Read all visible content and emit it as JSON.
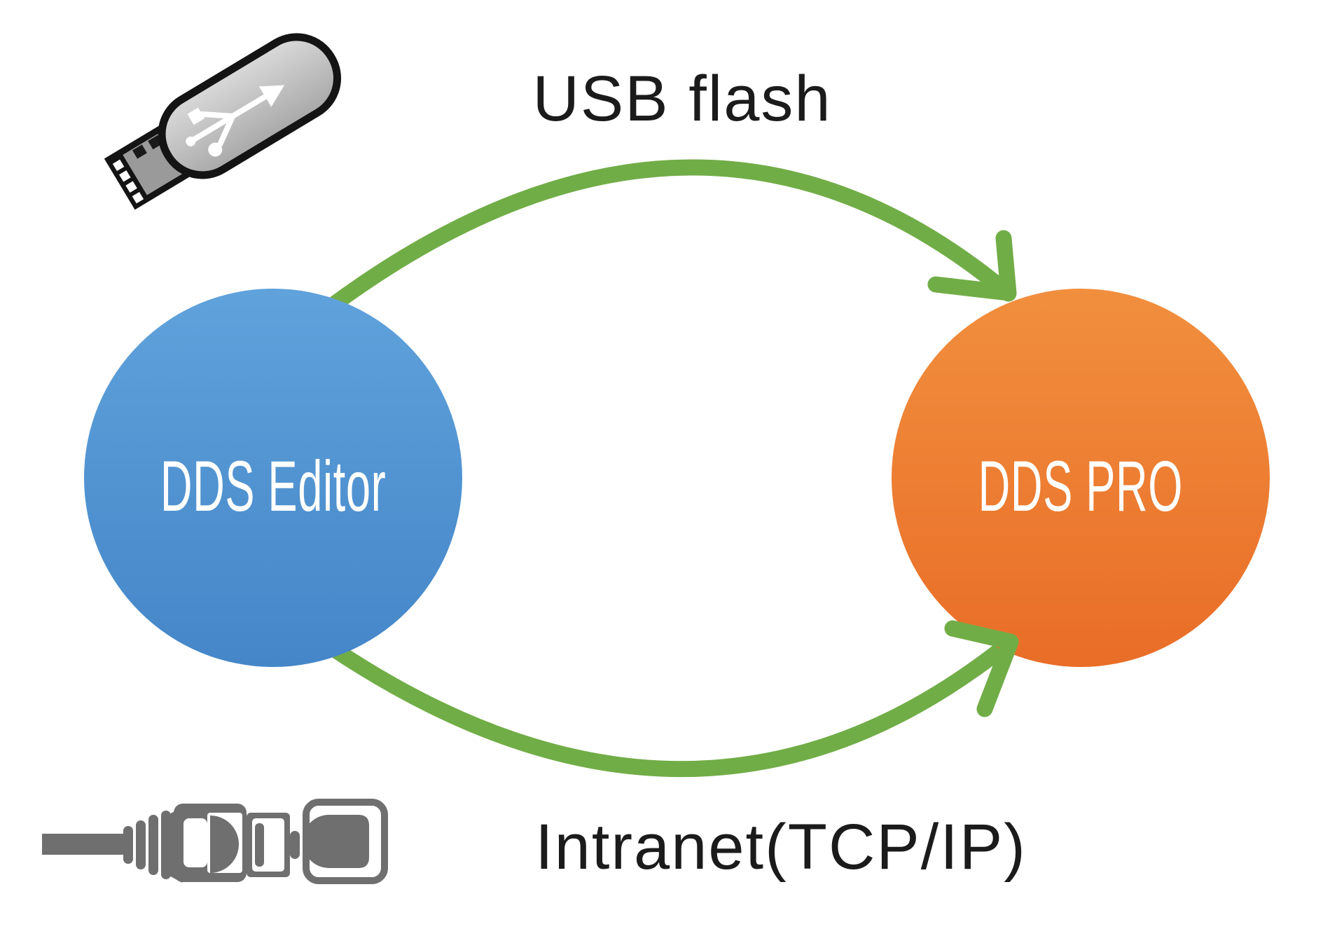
{
  "diagram": {
    "background": "#ffffff",
    "arrow_color": "#71ad47",
    "icon_color": "#6f6f6f",
    "caption_color": "#1b1b1b",
    "nodes": {
      "editor": {
        "label": "DDS Editor",
        "fill_top": "#60a2db",
        "fill_bottom": "#4486c8",
        "text_color": "#ffffff"
      },
      "pro": {
        "label": "DDS PRO",
        "fill_top": "#f18f3e",
        "fill_bottom": "#e96d27",
        "text_color": "#ffffff"
      }
    },
    "connections": {
      "usb": {
        "label": "USB flash",
        "icon": "usb-flash-drive-icon",
        "from": "DDS Editor",
        "to": "DDS PRO",
        "position": "top-arc"
      },
      "intranet": {
        "label": "Intranet(TCP/IP)",
        "icon": "ethernet-cable-icon",
        "from": "DDS Editor",
        "to": "DDS PRO",
        "position": "bottom-arc"
      }
    }
  }
}
